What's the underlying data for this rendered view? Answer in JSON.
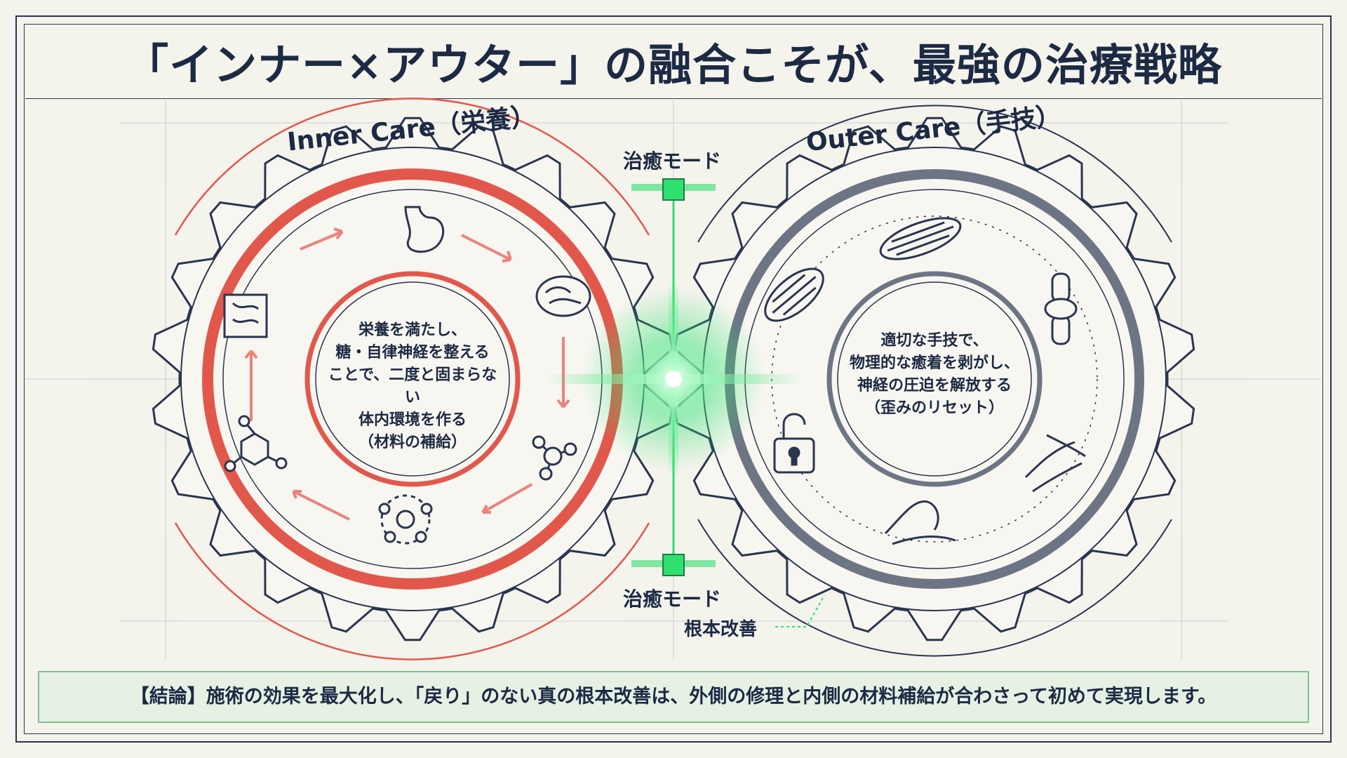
{
  "title": "「インナー×アウター」の融合こそが、最強の治療戦略",
  "inner": {
    "heading": "Inner Care（栄養）",
    "center_lines": [
      "栄養を満たし、",
      "糖・自律神経を整える",
      "ことで、二度と固まらない",
      "体内環境を作る",
      "（材料の補給）"
    ],
    "icons": [
      "stomach-icon",
      "brain-icon",
      "molecule-icon",
      "atom-icon",
      "molecule-icon",
      "intestine-icon"
    ],
    "accent_color": "#e2574c"
  },
  "outer": {
    "heading": "Outer Care（手技）",
    "center_lines": [
      "適切な手技で、",
      "物理的な癒着を剥がし、",
      "神経の圧迫を解放する",
      "（歪みのリセット）"
    ],
    "icons": [
      "muscle-icon",
      "joint-icon",
      "hand-massage-icon",
      "hands-icon",
      "padlock-icon",
      "muscle-fiber-icon"
    ],
    "accent_color": "#6d7585"
  },
  "connector": {
    "top_label": "治癒モード",
    "bottom_label": "治癒モード",
    "note_label": "根本改善",
    "glow_color": "#2fe070"
  },
  "conclusion": "【結論】施術の効果を最大化し、「戻り」のない真の根本改善は、外側の修理と内側の材料補給が合わさって初めて実現します。"
}
